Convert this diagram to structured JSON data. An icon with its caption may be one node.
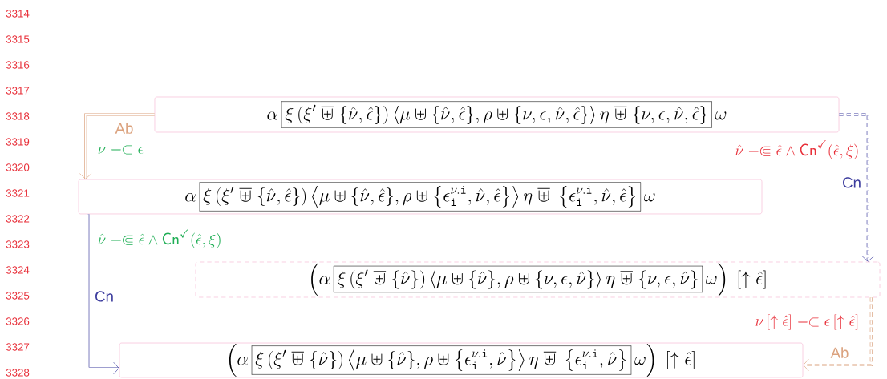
{
  "diagram": {
    "nodes": [
      {
        "text": [
          "\\alpha\\,\\boxed{\\xi\\left(\\xi'\\ \\overline{\\uplus}\\ \\{\\hat\\nu,\\hat\\epsilon\\}\\right)\\langle\\mu\\uplus\\{\\hat\\nu,\\hat\\epsilon\\},\\rho\\uplus\\{\\nu,\\epsilon,\\hat\\nu,\\hat\\epsilon\\}\\rangle\\,\\eta\\ \\overline{\\uplus}\\ \\{\\nu,\\epsilon,\\hat\\nu,\\hat\\epsilon\\}}\\,\\omega"
        ]
      },
      {
        "text": [
          "\\alpha\\,\\boxed{\\xi\\left(\\xi'\\ \\overline{\\uplus}\\ \\{\\hat\\nu,\\hat\\epsilon\\}\\right)\\left\\langle\\mu\\uplus\\{\\hat\\nu,\\hat\\epsilon\\},\\rho\\uplus\\left\\{\\epsilon_{\\mathtt{i}}^{\\nu.\\mathtt{i}},\\hat\\nu,\\hat\\epsilon\\right\\}\\right\\rangle\\eta\\ \\overline{\\uplus}\\ \\left\\{\\epsilon_{\\mathtt{i}}^{\\nu.\\mathtt{i}},\\hat\\nu,\\hat\\epsilon\\right\\}}\\,\\omega"
        ]
      },
      {
        "text": [
          "\\left(\\alpha\\,\\boxed{\\xi\\left(\\xi'\\ \\overline{\\uplus}\\ \\{\\hat\\nu\\}\\right)\\langle\\mu\\uplus\\{\\hat\\nu\\},\\rho\\uplus\\{\\nu,\\epsilon,\\hat\\nu\\}\\rangle\\,\\eta\\ \\overline{\\uplus}\\ \\{\\nu,\\epsilon,\\hat\\nu\\}}\\,\\omega\\right)\\ [\\uparrow\\hat\\epsilon]"
        ]
      },
      {
        "text": [
          "\\left(\\alpha\\,\\boxed{\\xi\\left(\\xi'\\ \\overline{\\uplus}\\ \\{\\hat\\nu\\}\\right)\\left\\langle\\mu\\uplus\\{\\hat\\nu\\},\\rho\\uplus\\left\\{\\epsilon_{\\mathtt{i}}^{\\nu.\\mathtt{i}},\\hat\\nu\\right\\}\\right\\rangle\\eta\\ \\overline{\\uplus}\\ \\left\\{\\epsilon_{\\mathtt{i}}^{\\nu.\\mathtt{i}},\\hat\\nu\\right\\}}\\,\\omega\\right)\\ [\\uparrow\\hat\\epsilon]"
        ]
      }
    ],
    "edges": [
      {
        "from": 0,
        "to": 1,
        "arrow": "to",
        "label": "Ab",
        "color": "#dba27e"
      },
      {
        "from": 0,
        "to": 2,
        "arrow": "to",
        "label": "Cn",
        "style": "dashed",
        "color": "#3d3d9e"
      },
      {
        "from": 1,
        "to": 3,
        "arrow": "to",
        "label": "Cn",
        "color": "#3d3d9e"
      },
      {
        "from": 2,
        "to": 3,
        "arrow": "to",
        "label": "Ab",
        "style": "dashed",
        "color": "#dba27e"
      }
    ],
    "labels": [
      "3314",
      "3315",
      "3316",
      "3317",
      "3318",
      "3319",
      "3320",
      "3321",
      "3322",
      "3323",
      "3324",
      "3325",
      "3326",
      "3327",
      "3328",
      "\\nu\\mathrel{-\\!\\!\\subset}\\epsilon",
      "\\hat\\nu\\mathrel{-\\!\\!\\Subset}\\hat\\epsilon\\wedge\\mathsf{Cn}^{\\checkmark}(\\hat\\epsilon,\\xi)",
      "\\hat\\nu\\mathrel{-\\!\\!\\Subset}\\hat\\epsilon\\wedge\\mathsf{Cn}^{\\checkmark}(\\hat\\epsilon,\\xi)",
      "\\nu\\,[\\uparrow\\hat\\epsilon]\\mathrel{-\\!\\!\\subset}\\epsilon\\,[\\uparrow\\hat\\epsilon]"
    ]
  }
}
